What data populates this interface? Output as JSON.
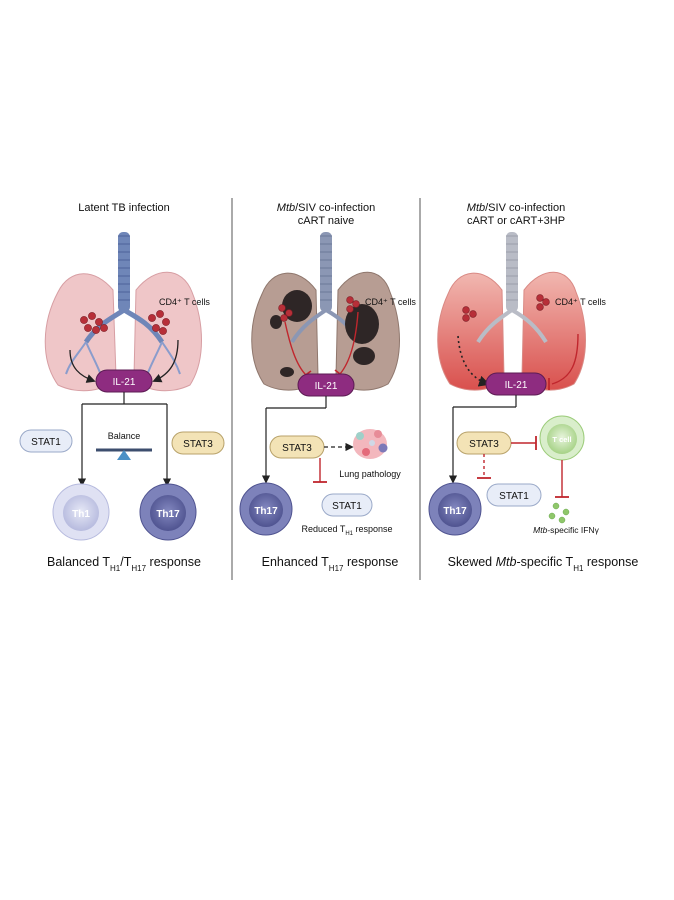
{
  "panels": [
    {
      "title_lines": [
        "Latent TB infection"
      ],
      "cd4_label": "CD4⁺ T cells",
      "il21": "IL-21",
      "stat_left": "STAT1",
      "stat_right": "STAT3",
      "balance": "Balance",
      "th_left": "Th1",
      "th_right": "Th17",
      "caption": {
        "pre": "Balanced T",
        "sub1": "H1",
        "mid": "/T",
        "sub2": "H17",
        "post": " response"
      }
    },
    {
      "title_lines": [
        {
          "em": "Mtb",
          "rest": "/SIV co-infection"
        },
        "cART naive"
      ],
      "cd4_label": "CD4⁺ T cells",
      "il21": "IL-21",
      "stat3": "STAT3",
      "stat1": "STAT1",
      "th17": "Th17",
      "lung_pathology": "Lung pathology",
      "reduced": {
        "pre": "Reduced T",
        "sub": "H1",
        "post": " response"
      },
      "caption": {
        "pre": "Enhanced T",
        "sub": "H17",
        "post": " response"
      }
    },
    {
      "title_lines": [
        {
          "em": "Mtb",
          "rest": "/SIV co-infection"
        },
        "cART or cART+3HP"
      ],
      "cd4_label": "CD4⁺ T cells",
      "il21": "IL-21",
      "stat3": "STAT3",
      "stat1": "STAT1",
      "th17": "Th17",
      "tcell": "T cell",
      "ifn": {
        "em": "Mtb",
        "rest": "-specific IFNγ"
      },
      "caption": {
        "pre": "Skewed ",
        "em": "Mtb",
        "mid": "-specific T",
        "sub": "H1",
        "post": " response"
      }
    }
  ],
  "colors": {
    "il21": "#8e2c80",
    "stat_blue": "#e8edf8",
    "stat_tan": "#f3e3b6",
    "th17": "#5f63a0",
    "th1": "#c8cbe6",
    "inhibit": "#c0262d",
    "trachea": "#6f86b8",
    "tcell": "#a8d38c"
  }
}
